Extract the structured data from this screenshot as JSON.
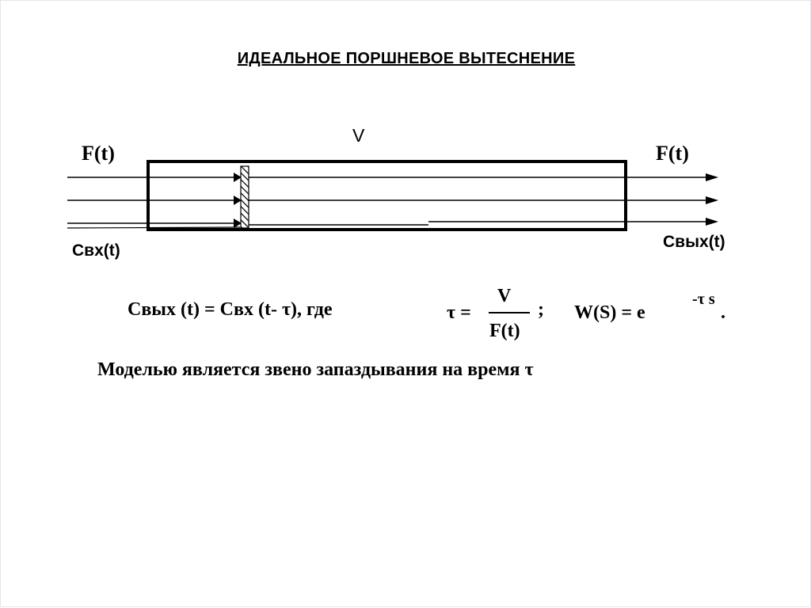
{
  "title": "ИДЕАЛЬНОЕ  ПОРШНЕВОЕ  ВЫТЕСНЕНИЕ",
  "diagram": {
    "flow_in_label": "F(t)",
    "flow_out_label": "F(t)",
    "volume_label": "V",
    "conc_in_label": "Свх(t)",
    "conc_out_label": "Свых(t)"
  },
  "equations": {
    "main": "Свых (t) = Свх (t- τ),  где",
    "tau_eq": "τ =",
    "frac_num": "V",
    "frac_den": "F(t)",
    "semicolon": ";",
    "transfer": "W(S) = e",
    "exponent": "-τ s",
    "dot": "."
  },
  "conclusion": "Моделью является звено запаздывания на время  τ"
}
